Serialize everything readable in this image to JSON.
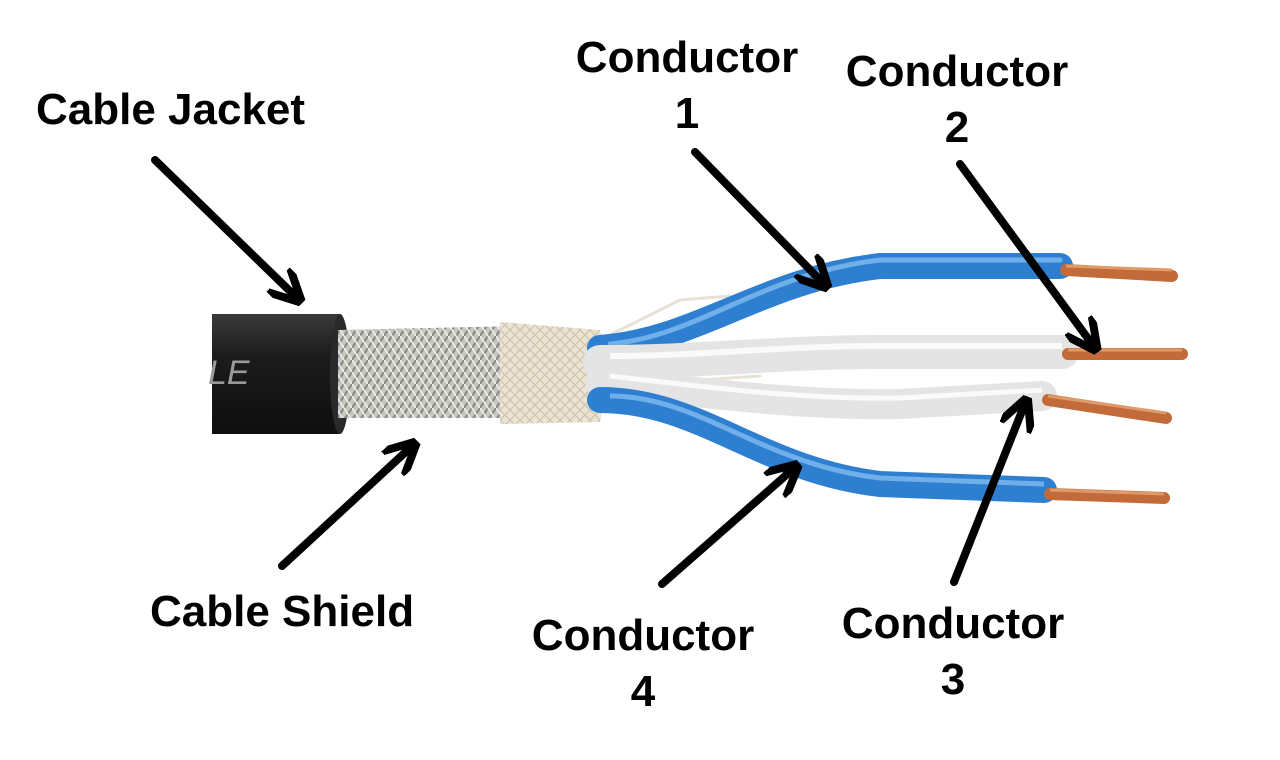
{
  "labels": {
    "cable_jacket": "Cable Jacket",
    "cable_shield": "Cable Shield",
    "conductor_1": {
      "word": "Conductor",
      "number": "1"
    },
    "conductor_2": {
      "word": "Conductor",
      "number": "2"
    },
    "conductor_3": {
      "word": "Conductor",
      "number": "3"
    },
    "conductor_4": {
      "word": "Conductor",
      "number": "4"
    }
  },
  "jacket_print": "LE",
  "colors": {
    "jacket": "#1c1c1c",
    "shield_braid": "#b9b9b2",
    "insulation_blue": "#2f7fd0",
    "insulation_white": "#ececec",
    "copper": "#c26a3a",
    "arrow": "#000000",
    "text": "#000000",
    "background": "#ffffff"
  }
}
